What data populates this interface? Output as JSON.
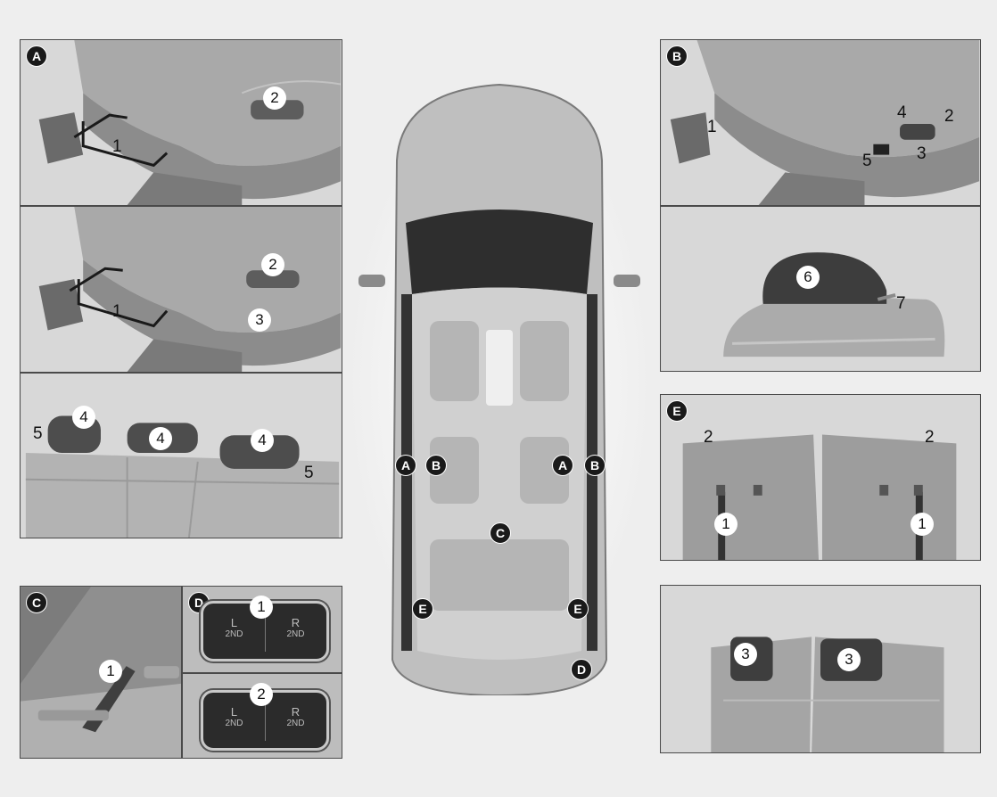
{
  "panels": {
    "A": {
      "tag": "A",
      "callouts_top": [
        "1",
        "2"
      ],
      "callouts_mid": [
        "1",
        "2",
        "3"
      ],
      "callouts_bottom": [
        "4",
        "4",
        "4",
        "5",
        "5"
      ]
    },
    "B": {
      "tag": "B",
      "callouts_top": [
        "1",
        "2",
        "3",
        "4",
        "5"
      ],
      "callouts_mid": [
        "6",
        "7"
      ]
    },
    "C": {
      "tag": "C",
      "callouts": [
        "1"
      ]
    },
    "D": {
      "tag": "D",
      "callouts": [
        "1",
        "2"
      ],
      "switch_left_label": "2ND",
      "switch_right_label": "2ND",
      "switch_left_prefix": "L",
      "switch_right_prefix": "R"
    },
    "E": {
      "tag": "E",
      "callouts_top": [
        "1",
        "1",
        "2",
        "2"
      ],
      "callouts_bottom": [
        "3",
        "3"
      ]
    }
  },
  "car_markers": [
    "A",
    "B",
    "A",
    "B",
    "C",
    "E",
    "E",
    "D"
  ]
}
